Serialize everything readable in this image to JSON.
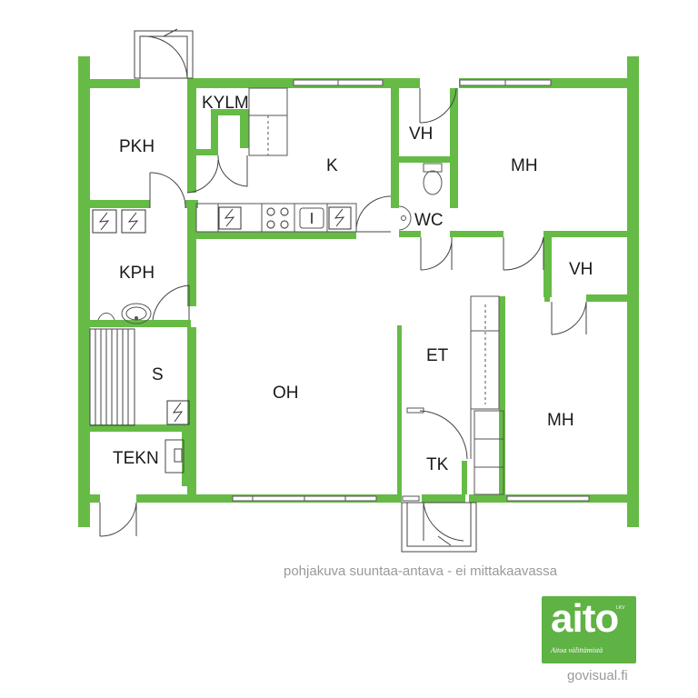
{
  "rooms": {
    "pkh": "PKH",
    "kylm": "KYLM",
    "k": "K",
    "vh1": "VH",
    "mh1": "MH",
    "wc": "WC",
    "kph": "KPH",
    "vh2": "VH",
    "s": "S",
    "et": "ET",
    "oh": "OH",
    "mh2": "MH",
    "tekn": "TEKN",
    "tk": "TK"
  },
  "caption": "pohjakuva suuntaa-antava - ei mittakaavassa",
  "logo": {
    "word": "aito",
    "lkv": "LKV",
    "tagline": "Aitoa välittämistä"
  },
  "credit": "govisual.fi",
  "colors": {
    "wall": "#66bb46",
    "line": "#555555",
    "text": "#1a1a1a",
    "caption": "#9a9a9a"
  },
  "icons": [
    "electric-socket-icon",
    "stove-icon",
    "sink-icon",
    "toilet-icon",
    "washbasin-icon",
    "sauna-bench-icon",
    "door-swing-icon",
    "window-icon"
  ]
}
